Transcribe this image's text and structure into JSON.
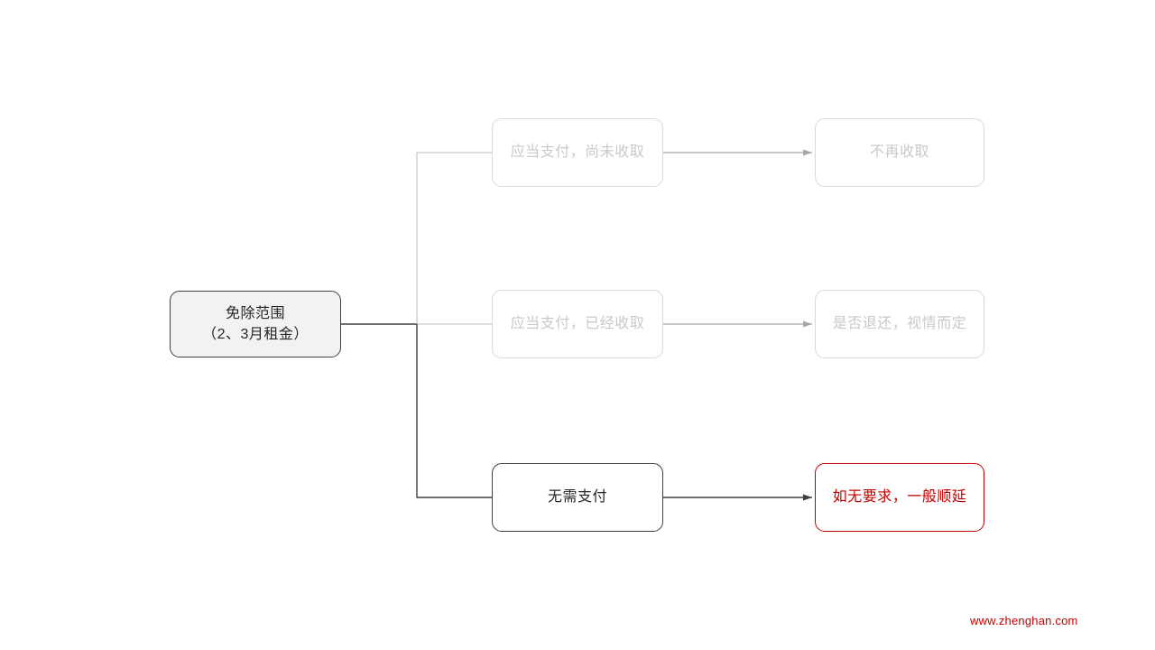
{
  "page": {
    "background": "#ffffff",
    "watermark": "www.zhenghan.com"
  },
  "colors": {
    "root_fill": "#f2f2f2",
    "active_border": "#404040",
    "active_text": "#262626",
    "inactive_border": "#d9d9d9",
    "inactive_text": "#c9c9c9",
    "highlight_red": "#c00000",
    "connector_light": "#c6c6c6",
    "connector_arrow_gray": "#a6a6a6",
    "connector_dark": "#3f3f3f"
  },
  "flowchart": {
    "root": {
      "line1": "免除范围",
      "line2": "（2、3月租金）",
      "state": "active"
    },
    "branches": [
      {
        "condition": "应当支付，尚未收取",
        "outcome": "不再收取",
        "state": "inactive"
      },
      {
        "condition": "应当支付，已经收取",
        "outcome": "是否退还，视情而定",
        "state": "inactive"
      },
      {
        "condition": "无需支付",
        "outcome": "如无要求，一般顺延",
        "state": "active",
        "outcome_state": "highlight"
      }
    ]
  }
}
